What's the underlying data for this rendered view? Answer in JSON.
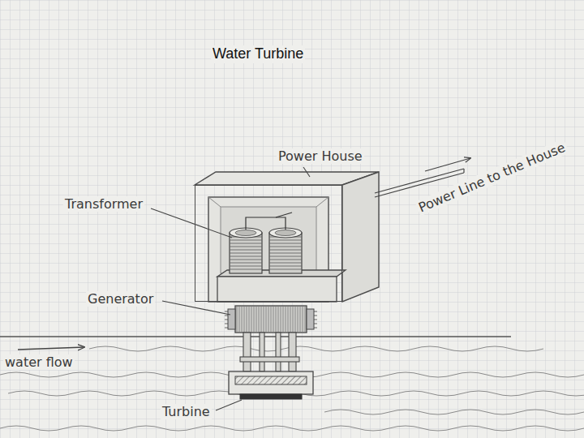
{
  "diagram": {
    "title": "Water Turbine",
    "nodes": [
      {
        "text": [
          "Power House"
        ]
      }
    ],
    "labels": [
      "Transformer",
      "Power Line to the House",
      "Generator",
      "water flow",
      "Turbine"
    ]
  }
}
